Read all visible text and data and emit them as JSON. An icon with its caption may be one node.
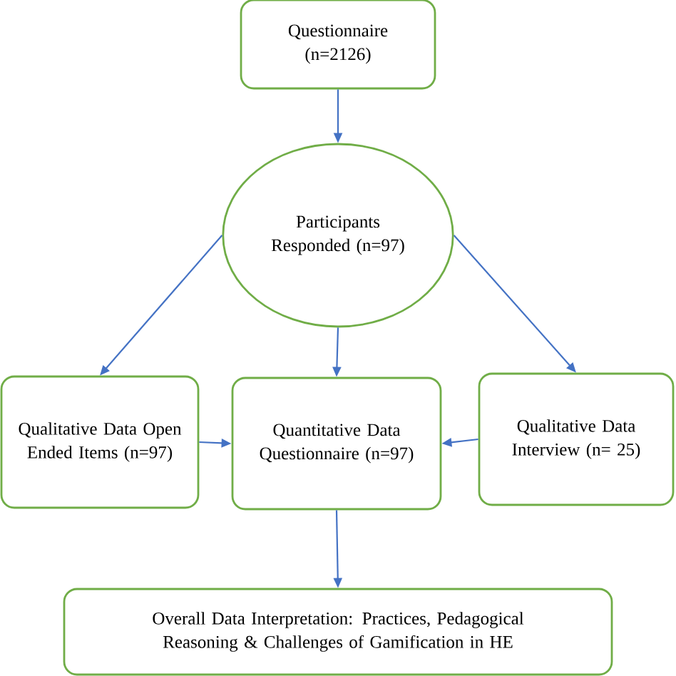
{
  "diagram": {
    "nodes": [
      {
        "text": [
          "Questionnaire (n=2126)"
        ]
      },
      {
        "text": [
          "Participants Responded (n=97)"
        ]
      },
      {
        "text": [
          "Qualitative Data Open Ended Items (n=97)"
        ]
      },
      {
        "text": [
          "Quantitative Data Questionnaire (n=97)"
        ]
      },
      {
        "text": [
          "Qualitative Data Interview (n= 25)"
        ]
      },
      {
        "text": [
          "Overall Data Interpretation: Practices, Pedagogical Reasoning & Challenges of Gamification in HE"
        ]
      }
    ],
    "edges": [
      {
        "from": 0,
        "to": 1,
        "arrow": "to"
      },
      {
        "from": 1,
        "to": 2,
        "arrow": "to"
      },
      {
        "from": 1,
        "to": 3,
        "arrow": "to"
      },
      {
        "from": 1,
        "to": 4,
        "arrow": "to"
      },
      {
        "from": 2,
        "to": 3,
        "arrow": "to"
      },
      {
        "from": 4,
        "to": 3,
        "arrow": "to"
      },
      {
        "from": 3,
        "to": 5,
        "arrow": "to"
      }
    ]
  }
}
